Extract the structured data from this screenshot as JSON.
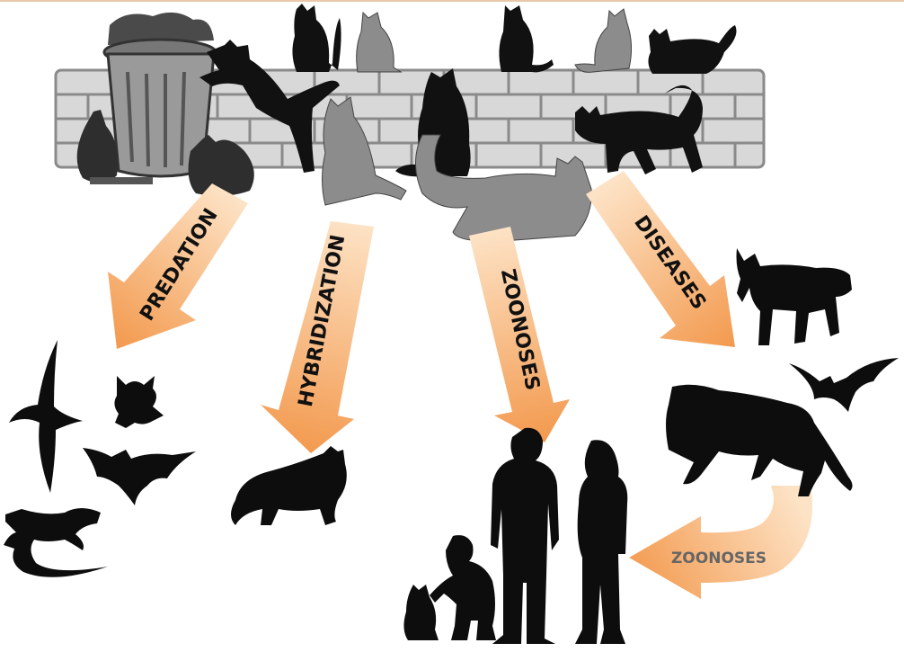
{
  "labels": {
    "predation": "PREDATION",
    "hybridization": "HYBRIDIZATION",
    "zoonoses": "ZOONOSES",
    "diseases": "DISEASES",
    "zoonoses_return": "ZOONOSES"
  },
  "colors": {
    "arrow_light": "#fde3c6",
    "arrow_dark": "#f39a4f",
    "silhouette": "#0d0d0d",
    "grey_cat": "#8c8c8c",
    "wall": "#d8d8d8",
    "wall_line": "#8a8a8a",
    "return_label": "#666666"
  },
  "groups": {
    "source": [
      "wall-icon",
      "trash-can-icon",
      "garbage-bag-icon",
      "domestic-cat-icon"
    ],
    "predation_targets": [
      "seabird-icon",
      "frog-icon",
      "bat-icon",
      "lizard-icon"
    ],
    "hybridization_target": [
      "wildcat-icon"
    ],
    "zoonoses_targets": [
      "adult-man-icon",
      "adult-woman-icon",
      "child-icon",
      "kitten-icon"
    ],
    "disease_targets": [
      "lynx-icon",
      "bat-icon",
      "large-wild-cat-icon"
    ]
  }
}
